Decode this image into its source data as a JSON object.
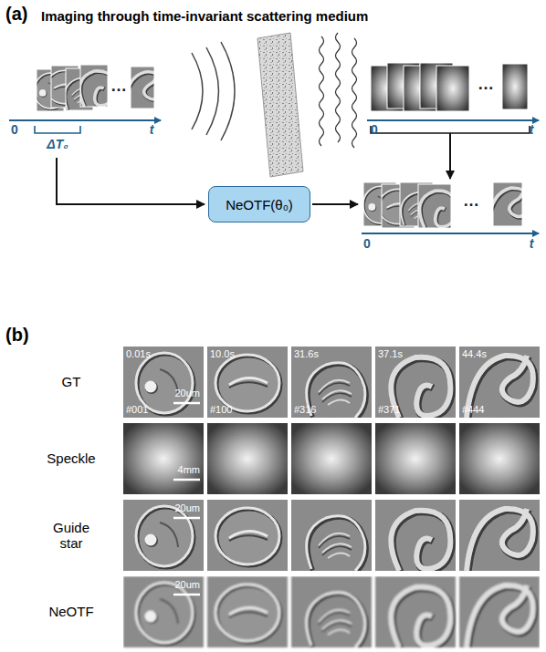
{
  "diagram": {
    "title": "Imaging through time-invariant scattering medium",
    "nodes": [
      {
        "text": [
          "NeOTF(θ₀)"
        ]
      }
    ],
    "labels": [
      "(a)",
      "0",
      "t",
      "ΔT₀",
      "…",
      "0",
      "t",
      "…",
      "0",
      "t",
      "…",
      "(b)",
      "GT",
      "0.01s",
      "10.0s",
      "31.6s",
      "37.1s",
      "44.4s",
      "#001",
      "#100",
      "#316",
      "#371",
      "#444",
      "20um",
      "Speckle",
      "4mm",
      "Guide star",
      "20um",
      "NeOTF",
      "20um"
    ]
  }
}
